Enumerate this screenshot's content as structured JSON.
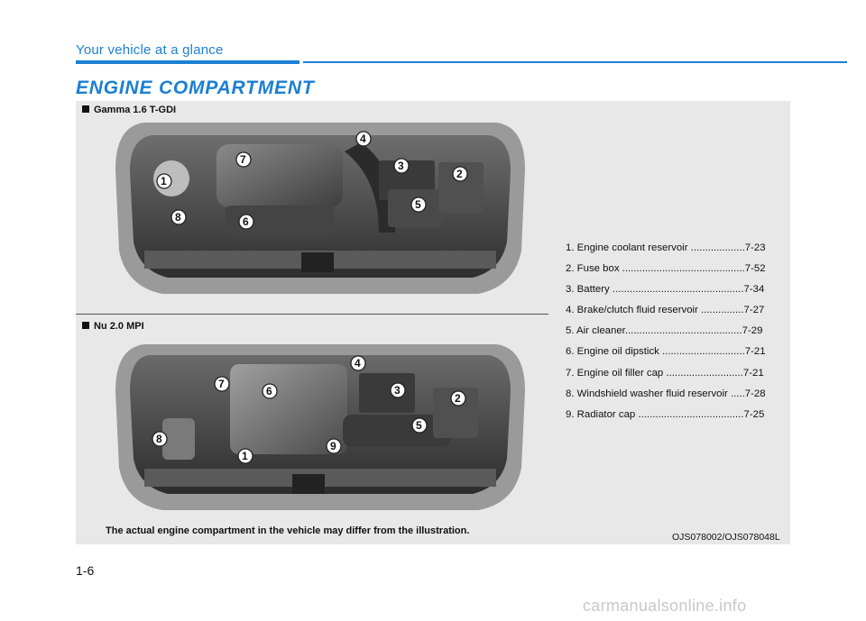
{
  "header": {
    "section": "Your vehicle at a glance",
    "title": "ENGINE COMPARTMENT"
  },
  "variants": [
    {
      "label": "Gamma 1.6 T-GDI",
      "callouts": [
        "1",
        "2",
        "3",
        "4",
        "5",
        "6",
        "7",
        "8"
      ]
    },
    {
      "label": "Nu 2.0 MPI",
      "callouts": [
        "1",
        "2",
        "3",
        "4",
        "5",
        "6",
        "7",
        "8",
        "9"
      ]
    }
  ],
  "legend": [
    "1. Engine coolant reservoir ...................7-23",
    "2. Fuse box ...........................................7-52",
    "3. Battery ..............................................7-34",
    "4. Brake/clutch fluid reservoir ...............7-27",
    "5. Air cleaner.........................................7-29",
    "6. Engine oil dipstick .............................7-21",
    "7. Engine oil filler cap ...........................7-21",
    "8. Windshield washer fluid reservoir .....7-28",
    "9. Radiator cap .....................................7-25"
  ],
  "footer_note": "The actual engine compartment in the vehicle may differ from the illustration.",
  "image_code": "OJS078002/OJS078048L",
  "page_number": "1-6",
  "watermark": "carmanualsonline.info",
  "colors": {
    "accent": "#1b7fd4",
    "panel": "#e8e8e8"
  }
}
